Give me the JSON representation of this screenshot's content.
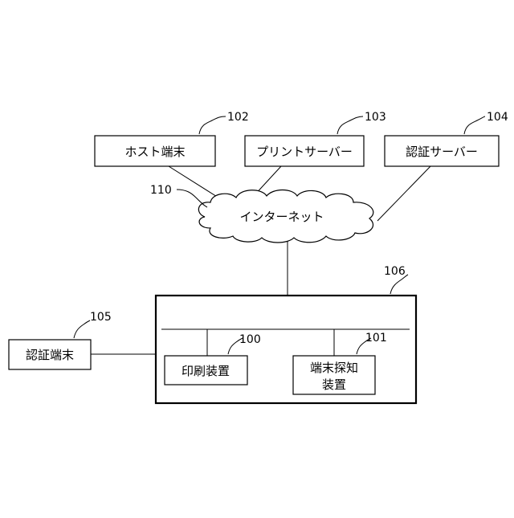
{
  "nodes": {
    "host_terminal": {
      "label": "ホスト端末",
      "ref": "102"
    },
    "print_server": {
      "label": "プリントサーバー",
      "ref": "103"
    },
    "auth_server": {
      "label": "認証サーバー",
      "ref": "104"
    },
    "internet": {
      "label": "インターネット",
      "ref": "110"
    },
    "system_enclosure": {
      "ref": "106"
    },
    "auth_terminal": {
      "label": "認証端末",
      "ref": "105"
    },
    "printing_device": {
      "label": "印刷装置",
      "ref": "100"
    },
    "terminal_detection_device": {
      "label_line1": "端末探知",
      "label_line2": "装置",
      "ref": "101"
    }
  }
}
